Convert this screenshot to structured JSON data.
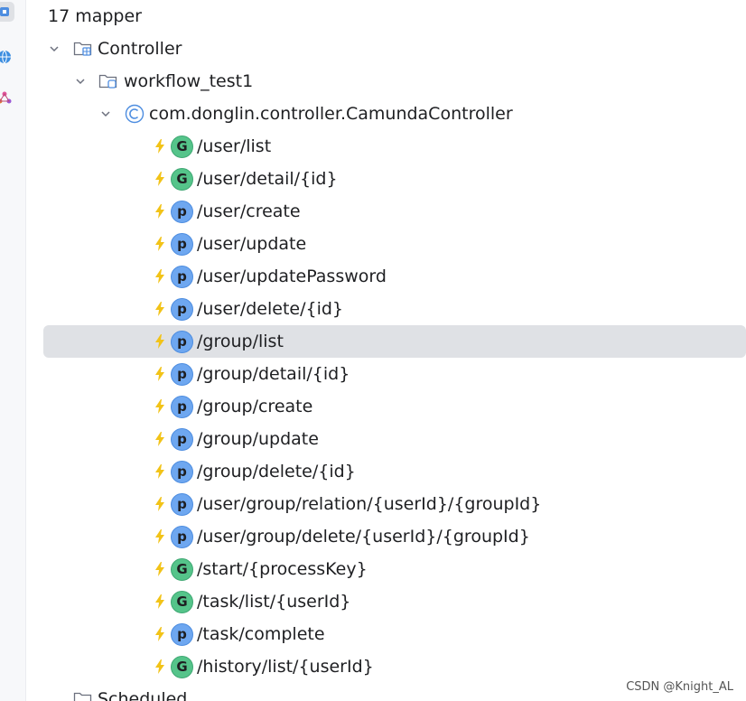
{
  "tree": {
    "header_count": "17 mapper",
    "nodes": {
      "controller": {
        "label": "Controller"
      },
      "module": {
        "label": "workflow_test1"
      },
      "class": {
        "label": "com.donglin.controller.CamundaController"
      },
      "scheduled": {
        "label": "Scheduled"
      }
    },
    "endpoints": [
      {
        "method": "G",
        "kind": "get",
        "path": "/user/list"
      },
      {
        "method": "G",
        "kind": "get",
        "path": "/user/detail/{id}"
      },
      {
        "method": "p",
        "kind": "post",
        "path": "/user/create"
      },
      {
        "method": "p",
        "kind": "post",
        "path": "/user/update"
      },
      {
        "method": "p",
        "kind": "post",
        "path": "/user/updatePassword"
      },
      {
        "method": "p",
        "kind": "post",
        "path": "/user/delete/{id}"
      },
      {
        "method": "p",
        "kind": "post",
        "path": "/group/list",
        "selected": true
      },
      {
        "method": "p",
        "kind": "post",
        "path": "/group/detail/{id}"
      },
      {
        "method": "p",
        "kind": "post",
        "path": "/group/create"
      },
      {
        "method": "p",
        "kind": "post",
        "path": "/group/update"
      },
      {
        "method": "p",
        "kind": "post",
        "path": "/group/delete/{id}"
      },
      {
        "method": "p",
        "kind": "post",
        "path": "/user/group/relation/{userId}/{groupId}"
      },
      {
        "method": "p",
        "kind": "post",
        "path": "/user/group/delete/{userId}/{groupId}"
      },
      {
        "method": "G",
        "kind": "get",
        "path": "/start/{processKey}"
      },
      {
        "method": "G",
        "kind": "get",
        "path": "/task/list/{userId}"
      },
      {
        "method": "p",
        "kind": "post",
        "path": "/task/complete"
      },
      {
        "method": "G",
        "kind": "get",
        "path": "/history/list/{userId}"
      }
    ]
  },
  "watermark": "CSDN @Knight_AL",
  "colors": {
    "get_badge": "#55c48a",
    "post_badge": "#6ea7f0",
    "bolt": "#f2c318",
    "selection": "#dfe1e5"
  }
}
